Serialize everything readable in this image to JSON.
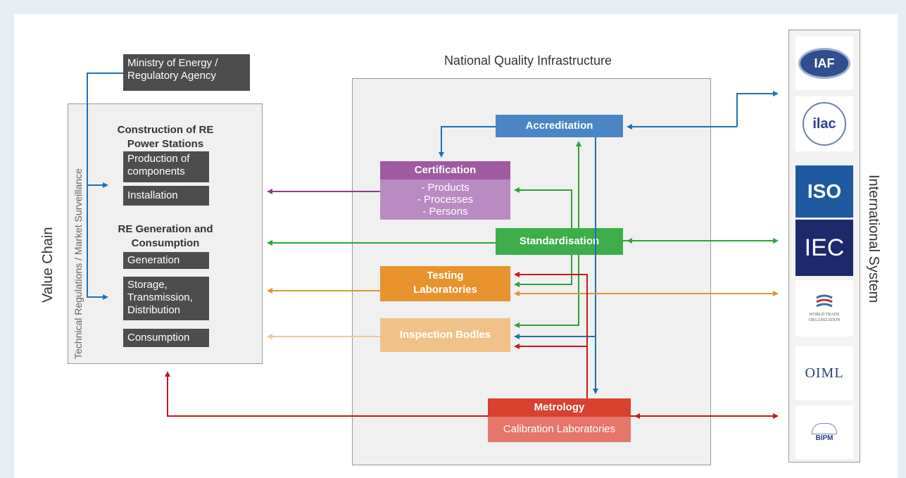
{
  "titles": {
    "nqi": "National Quality Infrastructure",
    "value_chain": "Value Chain",
    "tech_reg": "Technical Regulations / Market Surveillance",
    "international": "International System"
  },
  "ministry": [
    "Ministry of Energy /",
    "Regulatory Agency"
  ],
  "value_chain": {
    "construction_heading": [
      "Construction of RE",
      "Power Stations"
    ],
    "production": [
      "Production of",
      "components"
    ],
    "installation": "Installation",
    "generation_heading": [
      "RE Generation and",
      "Consumption"
    ],
    "generation": "Generation",
    "storage": [
      "Storage,",
      "Transmission,",
      "Distribution"
    ],
    "consumption": "Consumption"
  },
  "nqi": {
    "accreditation": "Accreditation",
    "certification": "Certification",
    "certification_items": [
      "- Products",
      "- Processes",
      "- Persons"
    ],
    "standardisation": "Standardisation",
    "testing": [
      "Testing",
      "Laboratories"
    ],
    "inspection": "Inspection Bodles",
    "metrology": "Metrology",
    "calibration": "Calibration Laboratories"
  },
  "logos": {
    "iaf": "IAF",
    "ilac": "ilac",
    "iso": "ISO",
    "iec": "IEC",
    "wto": [
      "WORLD TRADE",
      "ORGANIZATION"
    ],
    "oiml": "OIML",
    "bipm": "BIPM"
  },
  "colors": {
    "accreditation": "#4a86c5",
    "certification_head": "#a05aa2",
    "certification_body": "#b88bc1",
    "standardisation": "#3dae49",
    "testing": "#e8932e",
    "inspection": "#f0c28a",
    "metrology_head": "#d8422e",
    "metrology_body": "#e5776a",
    "dark_box": "#4d4d4d",
    "arrow_red": "#c01b1b",
    "arrow_blue": "#1a72b6",
    "arrow_green": "#2ea33a",
    "arrow_orange": "#e39437",
    "arrow_light_orange": "#f2c79a",
    "arrow_purple": "#8a3e8d"
  }
}
